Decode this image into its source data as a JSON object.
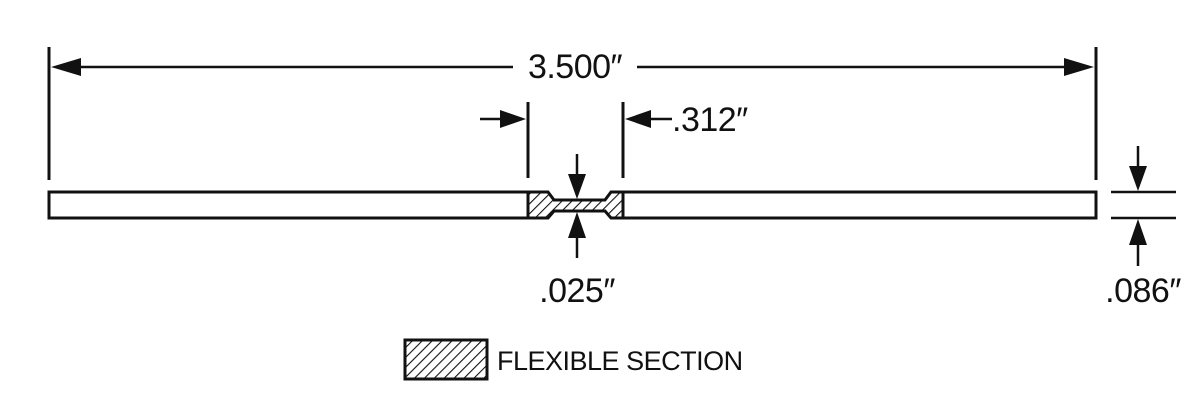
{
  "dimensions": {
    "overall_length": "3.500″",
    "flex_section_length": ".312″",
    "flex_thickness": ".025″",
    "strip_thickness": ".086″"
  },
  "legend": {
    "label": "FLEXIBLE SECTION",
    "swatch": "hatch-pattern"
  },
  "colors": {
    "line": "#111111",
    "background": "#ffffff"
  }
}
